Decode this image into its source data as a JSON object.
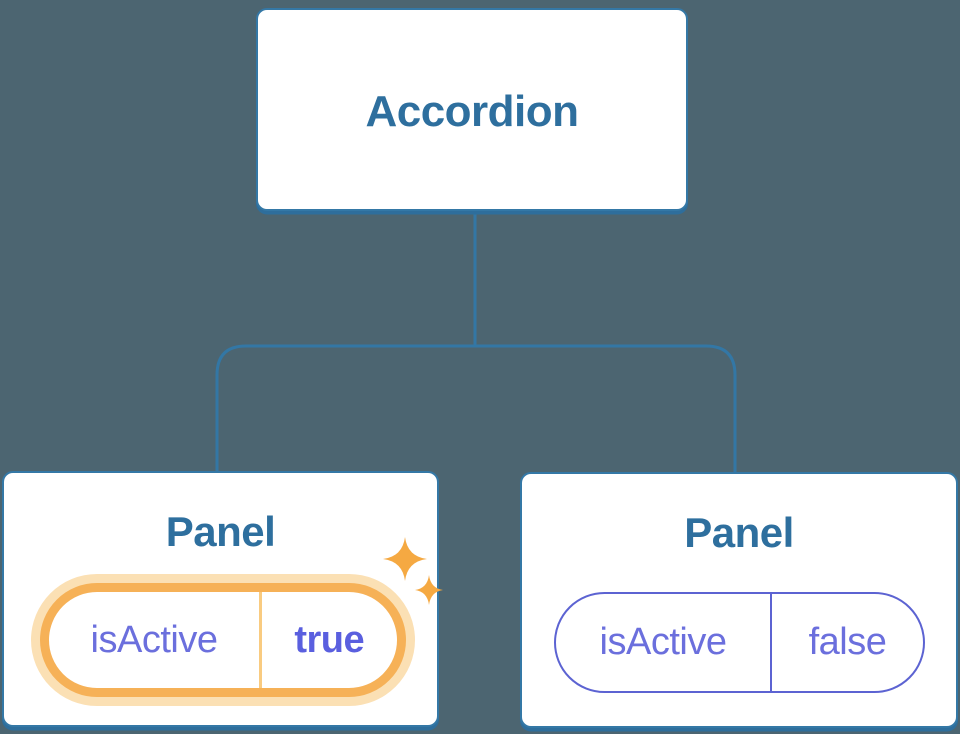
{
  "diagram": {
    "description": "Component tree showing an Accordion parent with two Panel children and their isActive state props",
    "root": {
      "label": "Accordion"
    },
    "panels": [
      {
        "label": "Panel",
        "prop": {
          "name": "isActive",
          "value": "true"
        },
        "state": "active",
        "highlighted": true
      },
      {
        "label": "Panel",
        "prop": {
          "name": "isActive",
          "value": "false"
        },
        "state": "inactive",
        "highlighted": false
      }
    ]
  },
  "icons": {
    "sparkle": "four-point-star-sparkles"
  },
  "colors": {
    "background": "#4c6571",
    "node_fill": "#ffffff",
    "node_border_blue": "#3478a6",
    "node_shadow_blue": "#2e6e9c",
    "title_text_blue": "#2e6f9e",
    "connector_blue": "#3377a5",
    "prop_text_purple": "#6b6fdd",
    "prop_value_bold_purple": "#5a5fdf",
    "prop_border_purple": "#5c63d2",
    "highlight_orange": "#f6b157",
    "highlight_glow_orange": "#fbe0b4",
    "highlight_divider_orange": "#f9cb80",
    "sparkle_orange": "#f5a942"
  }
}
